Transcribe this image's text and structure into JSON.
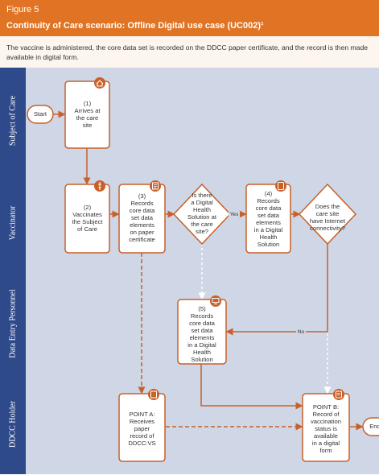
{
  "figure": {
    "label": "Figure 5",
    "title": "Continuity of Care scenario: Offline Digital use case (UC002)¹"
  },
  "description": "The vaccine is administered, the core data set is recorded on the DDCC paper certificate, and the record is then made available in digital form.",
  "lanes": [
    {
      "label": "Subject of Care"
    },
    {
      "label": "Vaccinator"
    },
    {
      "label": "Data Entry Personnel"
    },
    {
      "label": "DDCC Holder"
    }
  ],
  "nodes": {
    "start": "Start",
    "arrive": "(1)\nArrives at\nthe care\nsite",
    "vaccinate": "(2)\nVaccinates\nthe Subject\nof Care",
    "record_paper": "(3)\nRecords\ncore data\nset data\nelements\non paper\ncertificate",
    "decision_dhs": "Is there\na Digital\nHealth\nSolution at\nthe care\nsite?",
    "record_digital": "(4)\nRecords\ncore data\nset data\nelements\nin a Digital\nHealth\nSolution",
    "decision_internet": "Does the\ncare site\nhave Internet\nconnectivity?",
    "data_entry": "(5)\nRecords\ncore data\nset data\nelements\nin a Digital\nHealth\nSolution",
    "point_a": "POINT A:\nReceives\npaper\nrecord of\nDDCC:VS",
    "point_b": "POINT B:\nRecord of\nvaccination\nstatus is\navailable\nin a digital\nform",
    "end": "End"
  },
  "edge_labels": {
    "yes": "Yes",
    "no": "No"
  },
  "colors": {
    "header": "#e07424",
    "lane_label": "#2f4a8a",
    "lane_body": "#cfd6e5",
    "node_border": "#c8602a",
    "node_fill": "#ffffff"
  }
}
